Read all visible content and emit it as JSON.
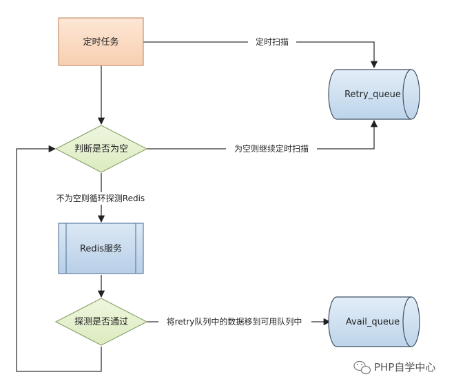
{
  "nodes": {
    "scheduled_task": "定时任务",
    "retry_queue": "Retry_queue",
    "check_empty": "判断是否为空",
    "redis_service": "Redis服务",
    "probe_passed": "探测是否通过",
    "avail_queue": "Avail_queue"
  },
  "edges": {
    "scheduled_scan": "定时扫描",
    "empty_continue_scan": "为空则继续定时扫描",
    "not_empty_probe_redis": "不为空则循环探测Redis",
    "move_to_available": "将retry队列中的数据移到可用队列中"
  },
  "watermark": {
    "text": "PHP自学中心",
    "icon": "wechat-icon"
  },
  "colors": {
    "task_fill": "#fbdcc6",
    "task_stroke": "#c8906a",
    "decision_fill": "#e5f0cf",
    "decision_stroke": "#8aa36a",
    "process_fill": "#c9dcef",
    "process_stroke": "#5d7fa3",
    "queue_fill": "#d2e4f4",
    "queue_stroke": "#3f4f63"
  }
}
